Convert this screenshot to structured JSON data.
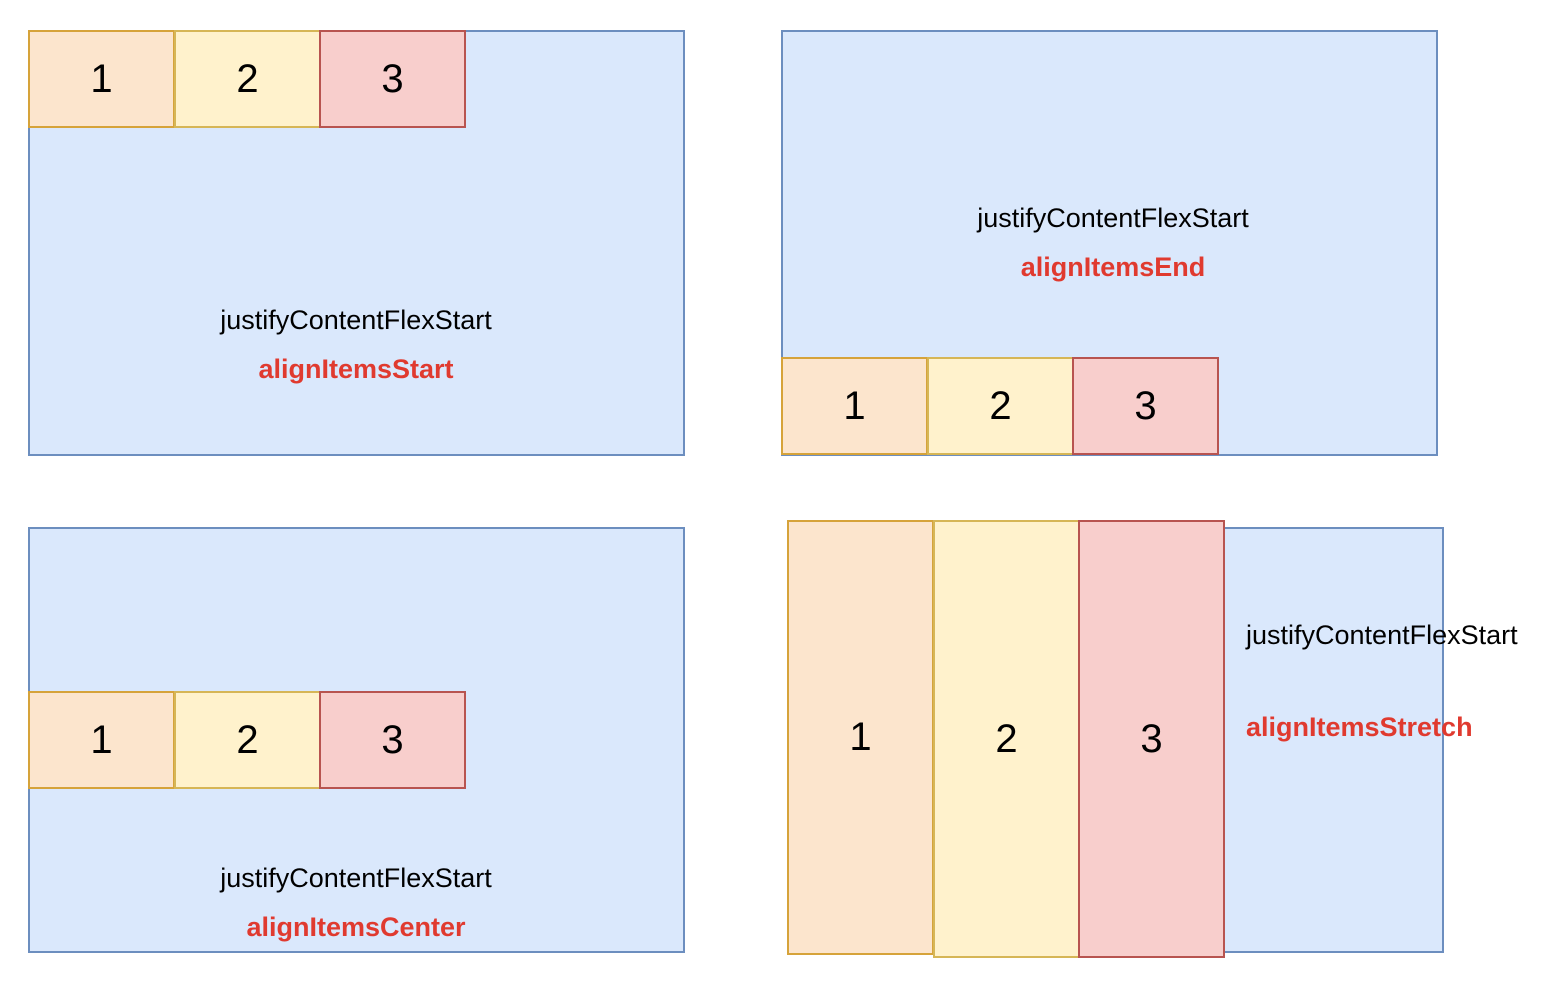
{
  "colors": {
    "panel_fill": "#dae8fc",
    "panel_border": "#6c8ebf",
    "item1_fill": "#fce5cd",
    "item1_border": "#d6a33a",
    "item2_fill": "#fff2cc",
    "item2_border": "#d6b656",
    "item3_fill": "#f8cecc",
    "item3_border": "#b85450",
    "accent_text": "#e03a2f"
  },
  "panels": [
    {
      "items": [
        "1",
        "2",
        "3"
      ],
      "justify_label": "justifyContentFlexStart",
      "align_label": "alignItemsStart"
    },
    {
      "items": [
        "1",
        "2",
        "3"
      ],
      "justify_label": "justifyContentFlexStart",
      "align_label": "alignItemsEnd"
    },
    {
      "items": [
        "1",
        "2",
        "3"
      ],
      "justify_label": "justifyContentFlexStart",
      "align_label": "alignItemsCenter"
    },
    {
      "items": [
        "1",
        "2",
        "3"
      ],
      "justify_label": "justifyContentFlexStart",
      "align_label": "alignItemsStretch"
    }
  ]
}
